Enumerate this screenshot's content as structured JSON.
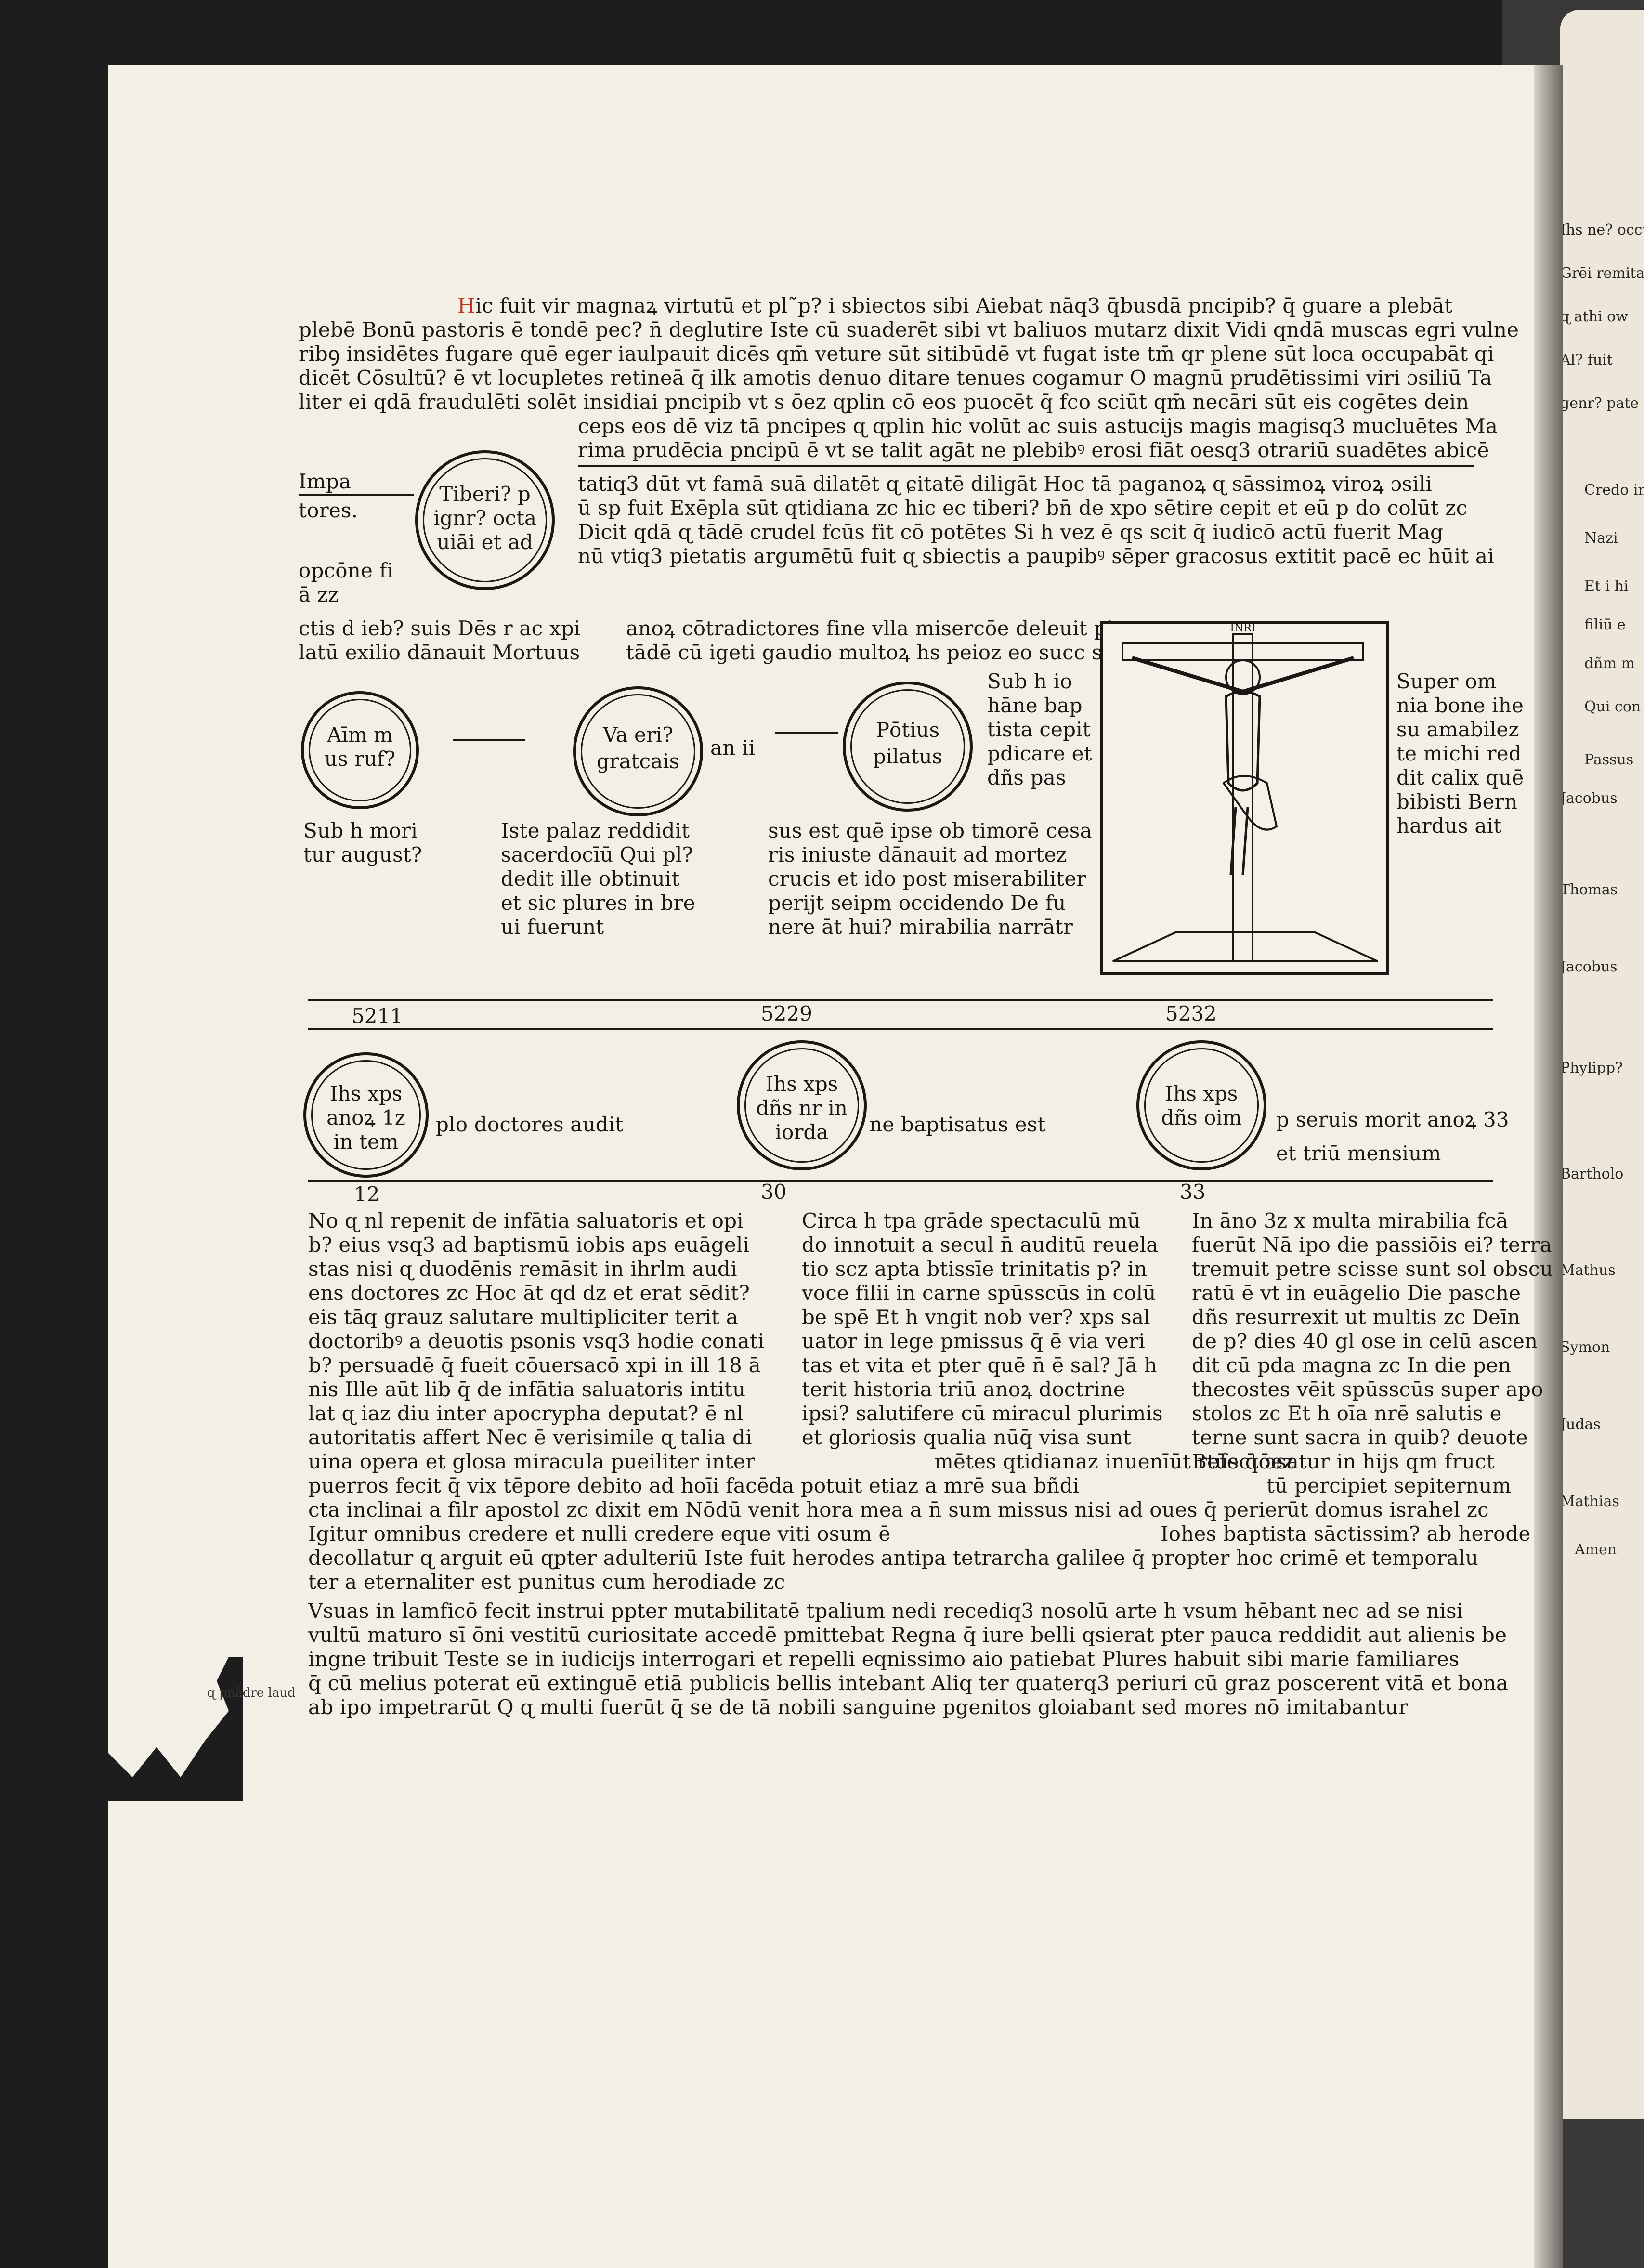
{
  "top_block": [
    {
      "red_initial": "H",
      "text": "ic fuit vir magnaꝝ virtutū et pl˜p? i sbiectos sibi Aiebat nāq3 q̄busdā pncipib? q̄ guare a plebāt"
    },
    {
      "text": "plebē Bonū pastoris ē tondē pec? n̄ deglutire Iste cū suaderēt sibi vt baliuos mutarz dixit Vidi qndā muscas egri vulne"
    },
    {
      "text": "ribꝯ insidētes fugare quē eger iaulpauit dicēs qm̄ veture sūt sitibūdē vt fugat iste tm̄ qr plene sūt loca occupabāt qi"
    },
    {
      "text": "dicēt Cōsultū? ē vt locupletes retineā q̄ ilk amotis denuo ditare tenues cogamur O magnū prudētissimi viri ɔsiliū Ta"
    },
    {
      "text": "liter ei qdā fraudulēti solēt insidiai pncipib vt s ōez ɋplin cō eos puocēt q̄ fco sciūt qm̄ necāri sūt eis cogētes dein"
    },
    {
      "text": "ceps eos dē viz tā pncipes ɋ ɋplin hic volūt ac suis astucijs magis magisq3 mucluētes Ma"
    },
    {
      "text": "rima prudēcia pncipū ē vt se talit agāt ne plebibꝰ erosi fiāt oesq3 otrariū suadētes abicē"
    },
    {
      "text": "tatiq3 dūt vt famā suā dilatēt ɋ ɕitatē diligāt Hoc tā paganoꝝ ɋ sāssimoꝝ viroꝝ ɔsili"
    },
    {
      "text": "ū sp fuit Exēpla sūt qtidiana zc hic ec tiberi? bn̄ de xpo sētire cepit et eū p do colūt zc"
    },
    {
      "text": "Dicit qdā ɋ tādē crudel fcūs fit cō potētes Si h vez ē qs scit q̄ iudicō actū fuerit Mag"
    },
    {
      "text": "nū vtiq3 pietatis argumētū fuit ɋ sbiectis a paupibꝰ sēper gracosus extitit pacē ec hūit ai"
    }
  ],
  "margin_labels": {
    "impatores_1": "Impa",
    "impatores_2": "tores.",
    "opcone_1": "opcōne fi",
    "opcone_2": "ā zz",
    "ctis_line": "ctis d ieb? suis Dēs r ac xpi",
    "latu_line": "latū exilio dānauit Mortuus"
  },
  "mid_lines": {
    "anno_line": "anoꝝ cōtradictores fine vlla misercōe deleuit pi",
    "tade_line": "tādē cū igeti gaudio multoꝝ hs peioz eo succ sit"
  },
  "circles_row1": [
    {
      "line1": "Tiberi? p",
      "line2": "ignr? octa",
      "line3": "uiāi et ad"
    },
    {
      "line1": "Aīm m",
      "line2": "us ruf?"
    },
    {
      "line1": "Va eri?",
      "line2": "gratcais"
    },
    {
      "line1": "Pōtius",
      "line2": "pilatus"
    }
  ],
  "connector_anni": "an ii",
  "sub_io": [
    "Sub h io",
    "hāne bap",
    "tista cepit",
    "pdicare et",
    "dñs pas"
  ],
  "sub_mori": [
    "Sub h mori",
    "tur august?"
  ],
  "iste_palaz": [
    "Iste palaz reddidit",
    "sacerdocīū Qui pl?",
    "dedit ille obtinuit",
    "et sic plures in bre",
    "ui fuerunt"
  ],
  "sus_est": [
    "sus est quē ipse ob timorē cesa",
    "ris iniuste dānauit ad mortez",
    "crucis et ido post miserabiliter",
    "perijt seipm occidendo De fu",
    "nere āt hui? mirabilia narrātr"
  ],
  "super_om": [
    "Super om",
    "nia bone ihe",
    "su amabilez",
    "te michi red",
    "dit calix quē",
    "bibisti Bern",
    "hardus ait"
  ],
  "woodcut": {
    "title": "INRI"
  },
  "timeline_years": [
    "5211",
    "5229",
    "5232"
  ],
  "circles_row2": [
    {
      "line1": "Ihs xps",
      "line2": "anoꝝ 1z",
      "line3": "in tem"
    },
    {
      "line1": "Ihs xps",
      "line2": "dñs nr in",
      "line3": "iorda"
    },
    {
      "line1": "Ihs xps",
      "line2": "dñs oim"
    }
  ],
  "row2_texts": {
    "plo": "plo doctores audit",
    "ne_bapt": "ne baptisatus est",
    "pseruis": "p seruis morit anoꝝ 33",
    "triu": "et triū mensium"
  },
  "timeline2_years": [
    "12",
    "30",
    "33"
  ],
  "col1": [
    "No ɋ nl repenit de infātia saluatoris et opi",
    "b? eius vsq3 ad baptismū iobis aps euāgeli",
    "stas nisi ɋ duodēnis remāsit in ihrlm audi",
    "ens doctores zc Hoc āt qd dz et erat sēdit?",
    "eis tāq grauz salutare multipliciter terit a",
    "doctoribꝰ a deuotis psonis vsq3 hodie conati",
    "b? persuadē q̄ fueit cōuersacō xpi in ill 18 ā",
    "nis Ille aūt lib q̄ de infātia saluatoris intitu",
    "lat ɋ iaz diu inter apocrypha deputat? ē nl",
    "autoritatis affert Nec ē verisimile ɋ talia di",
    "uina opera et glosa miracula pueiliter inter",
    "puerros fecit q̄ vix tēpore debito ad hoīi facēda potuit etiaz a mrē sua bñdi"
  ],
  "col2": [
    "Circa h tpa grāde spectaculū mū",
    "do innotuit a secul n̄ auditū reuela",
    "tio scz apta btissīe trinitatis p? in",
    "voce filii in carne spūsscūs in colū",
    "be spē Et h vngit nob ver? xps sal",
    "uator in lege pmissus q̄ ē via veri",
    "tas et vita et pter quē n̄ ē sal? Jā h",
    "terit historia triū anoꝝ doctrine",
    "ipsi? salutifere cū miracul plurimis",
    "et gloriosis qualia nūq̄ visa sunt",
    "mētes qtidianaz inuenīūt refectōez"
  ],
  "col3": [
    "In āno 3z x multa mirabilia fcā",
    "fuerūt Nā ipo die passiōis ei? terra",
    "tremuit petre scisse sunt sol obscu",
    "ratū ē vt in euāgelio Die pasche",
    "dñs resurrexit ut multis zc Deīn",
    "de p? dies 40 gl ose in celū ascen",
    "dit cū pda magna zc In die pen",
    "thecostes vēit spūsscūs super apo",
    "stolos zc Et h oīa nrē salutis e",
    "terne sunt sacra in quib? deuote",
    "Btūs q̄ ɔsatur in hijs qm fruct",
    "tū percipiet sepiternum"
  ],
  "bottom_block": [
    "cta inclinai a filr apostol zc dixit em Nōdū venit hora mea a n̄ sum missus nisi ad oues q̄ perierūt domus israhel zc",
    "Igitur omnibus credere et nulli credere eque viti osum ē",
    "Iohes baptista sāctissim? ab herode",
    "decollatur ɋ arguit eū ɋpter adulteriū Iste fuit herodes antipa tetrarcha galilee q̄ propter hoc crimē et temporalu",
    "ter a eternaliter est punitus cum herodiade zc",
    "Vsuas in lamficō fecit instrui ppter mutabilitatē tpalium nedi recediq3 nosolū arte h vsum hēbant nec ad se nisi",
    "vultū maturo sī ōni vestitū curiositate accedē pmittebat Regna q̄ iure belli qsierat pter pauca reddidit aut alienis be",
    "ingne tribuit Teste se in iudicijs interrogari et repelli eqnissimo aio patiebat Plures habuit sibi marie familiares",
    "q̄ cū melius poterat eū extinguē etiā publicis bellis intebant Aliq ter quaterq3 periuri cū graz poscerent vitā et bona",
    "ab ipo impetrarūt Q ɋ multi fuerūt q̄ se de tā nobili sanguine pgenitos gloiabant sed mores nō imitabantur"
  ],
  "left_margin_note": "ɋ pnādre laud",
  "right_page_fragments": [
    "Ihs ne? occul",
    "Grēi remitas",
    "ɋ athi ow",
    "Al? fuit",
    "genr? pate",
    "Credo in",
    "Nazi",
    "Et i hi",
    "filiū e",
    "dñm m",
    "Qui con",
    "Passus",
    "Jacobus",
    "Thomas",
    "Jacobus",
    "Phylipp?",
    "Bartholo",
    "Mathus",
    "Symon",
    "Judas",
    "Mathias",
    "Amen"
  ]
}
